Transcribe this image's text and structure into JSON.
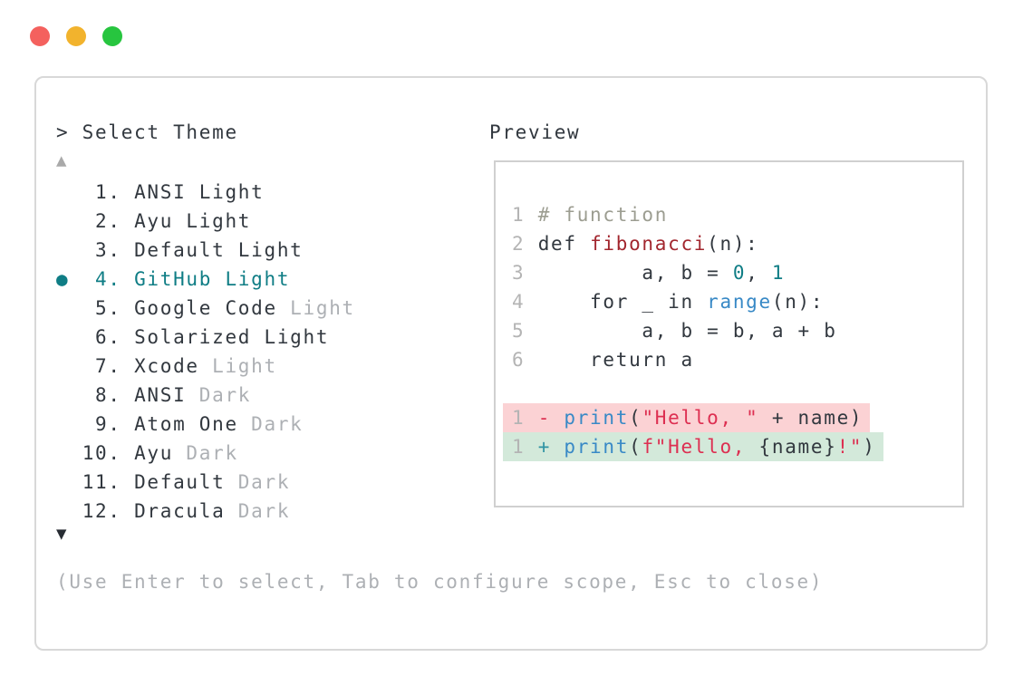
{
  "window": {
    "controls": [
      "close",
      "minimize",
      "zoom"
    ]
  },
  "theme_selector": {
    "title": "> Select Theme",
    "scroll_up_indicator": "▲",
    "scroll_down_indicator": "▼",
    "selected_marker": "●",
    "items": [
      {
        "number": "1",
        "name": "ANSI Light",
        "muted_suffix": "",
        "selected": false
      },
      {
        "number": "2",
        "name": "Ayu Light",
        "muted_suffix": "",
        "selected": false
      },
      {
        "number": "3",
        "name": "Default Light",
        "muted_suffix": "",
        "selected": false
      },
      {
        "number": "4",
        "name": "GitHub Light",
        "muted_suffix": "",
        "selected": true
      },
      {
        "number": "5",
        "name": "Google Code",
        "muted_suffix": "Light",
        "selected": false
      },
      {
        "number": "6",
        "name": "Solarized Light",
        "muted_suffix": "",
        "selected": false
      },
      {
        "number": "7",
        "name": "Xcode",
        "muted_suffix": "Light",
        "selected": false
      },
      {
        "number": "8",
        "name": "ANSI",
        "muted_suffix": "Dark",
        "selected": false
      },
      {
        "number": "9",
        "name": "Atom One",
        "muted_suffix": "Dark",
        "selected": false
      },
      {
        "number": "10",
        "name": "Ayu",
        "muted_suffix": "Dark",
        "selected": false
      },
      {
        "number": "11",
        "name": "Default",
        "muted_suffix": "Dark",
        "selected": false
      },
      {
        "number": "12",
        "name": "Dracula",
        "muted_suffix": "Dark",
        "selected": false
      }
    ]
  },
  "preview": {
    "label": "Preview",
    "code_lines": [
      {
        "num": "1",
        "bg": null,
        "segments": [
          {
            "text": "# function",
            "color": "comment"
          }
        ]
      },
      {
        "num": "2",
        "bg": null,
        "segments": [
          {
            "text": "def ",
            "color": "text"
          },
          {
            "text": "fibonacci",
            "color": "function"
          },
          {
            "text": "(n):",
            "color": "text"
          }
        ]
      },
      {
        "num": "3",
        "bg": null,
        "segments": [
          {
            "text": "        a, b = ",
            "color": "text"
          },
          {
            "text": "0",
            "color": "number"
          },
          {
            "text": ", ",
            "color": "text"
          },
          {
            "text": "1",
            "color": "number"
          }
        ]
      },
      {
        "num": "4",
        "bg": null,
        "segments": [
          {
            "text": "    for _ in ",
            "color": "text"
          },
          {
            "text": "range",
            "color": "builtin"
          },
          {
            "text": "(n):",
            "color": "text"
          }
        ]
      },
      {
        "num": "5",
        "bg": null,
        "segments": [
          {
            "text": "        a, b = b, a + b",
            "color": "text"
          }
        ]
      },
      {
        "num": "6",
        "bg": null,
        "segments": [
          {
            "text": "    return a",
            "color": "text"
          }
        ]
      },
      {
        "num": "",
        "bg": null,
        "segments": []
      },
      {
        "num": "1",
        "bg": "removed",
        "segments": [
          {
            "text": "- ",
            "color": "removed_sign"
          },
          {
            "text": "print",
            "color": "builtin"
          },
          {
            "text": "(",
            "color": "text"
          },
          {
            "text": "\"Hello, \"",
            "color": "string"
          },
          {
            "text": " + name)",
            "color": "text"
          }
        ]
      },
      {
        "num": "1",
        "bg": "added",
        "segments": [
          {
            "text": "+ ",
            "color": "added_sign"
          },
          {
            "text": "print",
            "color": "builtin"
          },
          {
            "text": "(",
            "color": "text"
          },
          {
            "text": "f\"Hello, ",
            "color": "string"
          },
          {
            "text": "{name}",
            "color": "text"
          },
          {
            "text": "!\"",
            "color": "string"
          },
          {
            "text": ")",
            "color": "text"
          }
        ]
      }
    ]
  },
  "help_text": "(Use Enter to select, Tab to configure scope, Esc to close)",
  "colors": {
    "dot_close": "#f4615e",
    "dot_minimize": "#f2b32d",
    "dot_zoom": "#27c53f",
    "window_border": "#d8d8d8",
    "preview_border": "#d0d0d0",
    "text": "#32383f",
    "muted": "#adb0b4",
    "accent": "#0f7d85",
    "comment": "#9c9d91",
    "function": "#a2262e",
    "builtin": "#3889c6",
    "number": "#0f7d85",
    "string": "#dd2f51",
    "added_sign": "#2f93a3",
    "line_num": "#b4b4b4",
    "removed_bg": "#fbd2d4",
    "added_bg": "#d3e9da",
    "arrow_up": "#a9a9a9",
    "arrow_down": "#272c33"
  }
}
